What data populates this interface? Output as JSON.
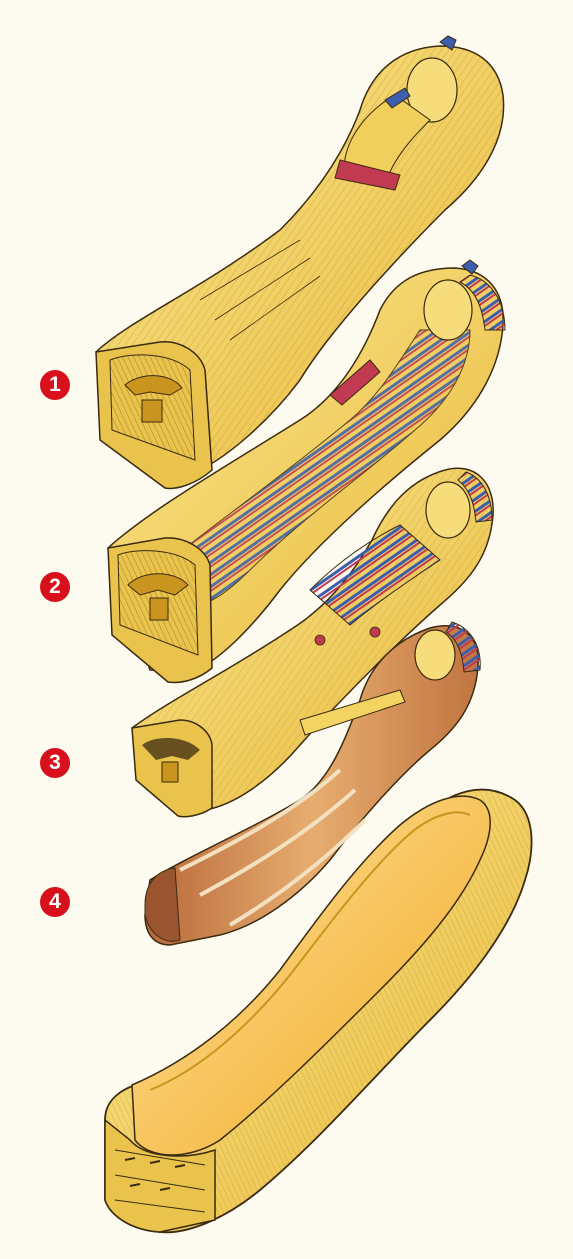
{
  "figure": {
    "markers": [
      "1",
      "2",
      "3",
      "4"
    ],
    "colors": {
      "background": "#fdfbf0",
      "gold": "#f3d463",
      "gold_dark": "#c9951f",
      "outline": "#3a2a10",
      "blue": "#3b5fae",
      "red": "#c23a52",
      "mummy": "#d99a5c",
      "interior": "#f6c04a",
      "marker": "#d8101c"
    }
  }
}
